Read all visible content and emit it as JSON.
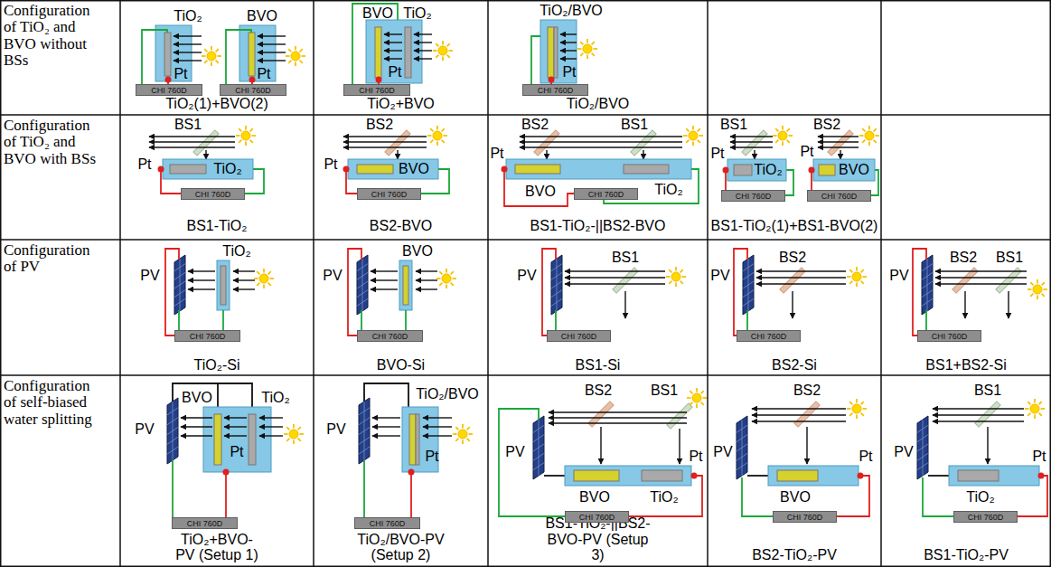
{
  "diagram": {
    "nodes": [
      {
        "text": [
          "Configuration of TiO₂ and BVO without BSs"
        ]
      },
      {
        "text": [
          "TiO₂(1)+BVO(2)"
        ]
      },
      {
        "text": [
          "CHI 760D"
        ],
        "in": 1
      },
      {
        "text": [
          "CHI 760D"
        ],
        "in": 1
      },
      {
        "text": [
          "TiO₂+BVO"
        ]
      },
      {
        "text": [
          "CHI 760D"
        ],
        "in": 4
      },
      {
        "text": [
          "TiO₂/BVO"
        ]
      },
      {
        "text": [
          "CHI 760D"
        ],
        "in": 6
      },
      {
        "text": [
          "Configuration of TiO₂ and BVO with BSs"
        ]
      },
      {
        "text": [
          "BS1-TiO₂"
        ]
      },
      {
        "text": [
          "CHI 760D"
        ],
        "in": 9
      },
      {
        "text": [
          "BS2-BVO"
        ]
      },
      {
        "text": [
          "CHI 760D"
        ],
        "in": 11
      },
      {
        "text": [
          "BS1-TiO₂-||BS2-BVO"
        ]
      },
      {
        "text": [
          "CHI 760D"
        ],
        "in": 13
      },
      {
        "text": [
          "BS1-TiO₂(1)+BS1-BVO(2)"
        ]
      },
      {
        "text": [
          "CHI 760D"
        ],
        "in": 15
      },
      {
        "text": [
          "CHI 760D"
        ],
        "in": 15
      },
      {
        "text": [
          "Configuration of PV"
        ]
      },
      {
        "text": [
          "TiO₂-Si"
        ]
      },
      {
        "text": [
          "CHI 760D"
        ],
        "in": 19
      },
      {
        "text": [
          "BVO-Si"
        ]
      },
      {
        "text": [
          "CHI 760D"
        ],
        "in": 21
      },
      {
        "text": [
          "BS1-Si"
        ]
      },
      {
        "text": [
          "CHI 760D"
        ],
        "in": 23
      },
      {
        "text": [
          "BS2-Si"
        ]
      },
      {
        "text": [
          "CHI 760D"
        ],
        "in": 25
      },
      {
        "text": [
          "BS1+BS2-Si"
        ]
      },
      {
        "text": [
          "CHI 760D"
        ],
        "in": 27
      },
      {
        "text": [
          "Configuration of self-biased water splitting"
        ]
      },
      {
        "text": [
          "TiO₂+BVO-PV (Setup 1)"
        ]
      },
      {
        "text": [
          "CHI 760D"
        ],
        "in": 30
      },
      {
        "text": [
          "TiO₂/BVO-PV (Setup 2)"
        ]
      },
      {
        "text": [
          "CHI 760D"
        ],
        "in": 32
      },
      {
        "text": [
          "BS1-TiO₂-||BS2-BVO-PV (Setup 3)"
        ]
      },
      {
        "text": [
          "CHI 760D"
        ],
        "in": 34
      },
      {
        "text": [
          "BS2-TiO₂-PV"
        ]
      },
      {
        "text": [
          "CHI 760D"
        ],
        "in": 36
      },
      {
        "text": [
          "BS1-TiO₂-PV"
        ]
      },
      {
        "text": [
          "CHI 760D"
        ],
        "in": 38
      }
    ],
    "labels": [
      "TiO₂",
      "Pt",
      "BVO",
      "Pt",
      "BVO",
      "TiO₂",
      "Pt",
      "TiO₂/BVO",
      "Pt",
      "BS1",
      "Pt",
      "TiO₂",
      "BS2",
      "Pt",
      "BVO",
      "BS2",
      "BS1",
      "Pt",
      "BVO",
      "TiO₂",
      "BS1",
      "Pt",
      "TiO₂",
      "Pt",
      "BS2",
      "BVO",
      "PV",
      "TiO₂",
      "PV",
      "BVO",
      "PV",
      "BS1",
      "PV",
      "BS2",
      "PV",
      "BS2",
      "BS1",
      "PV",
      "BVO",
      "TiO₂",
      "Pt",
      "PV",
      "TiO₂/BVO",
      "Pt",
      "BS2",
      "BS1",
      "PV",
      "Pt",
      "BVO",
      "TiO₂",
      "PV",
      "BS2",
      "Pt",
      "BVO",
      "PV",
      "BS1",
      "Pt",
      "TiO₂"
    ]
  }
}
